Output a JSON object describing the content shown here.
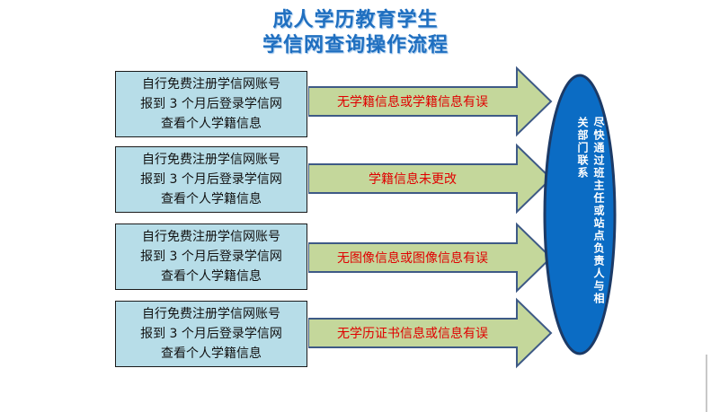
{
  "title": {
    "line1": "成人学历教育学生",
    "line2": "学信网查询操作流程"
  },
  "rows": [
    {
      "step_lines": [
        "自行免费注册学信网账号",
        "报到 3 个月后登录学信网",
        "查看个人学籍信息"
      ],
      "issue": "无学籍信息或学籍信息有误"
    },
    {
      "step_lines": [
        "自行免费注册学信网账号",
        "报到 3 个月后登录学信网",
        "查看个人学籍信息"
      ],
      "issue": "学籍信息未更改"
    },
    {
      "step_lines": [
        "自行免费注册学信网账号",
        "报到 3 个月后登录学信网",
        "查看个人学籍信息"
      ],
      "issue": "无图像信息或图像信息有误"
    },
    {
      "step_lines": [
        "自行免费注册学信网账号",
        "报到 3 个月后登录学信网",
        "查看个人学籍信息"
      ],
      "issue": "无学历证书信息或信息有误"
    }
  ],
  "contact": {
    "text": "尽快通过班主任或站点负责人与相关部门联系"
  },
  "colors": {
    "title": "#1f6fc0",
    "box_fill": "#b7dde8",
    "arrow_fill": "#c4d79b",
    "arrow_stroke": "#3e5a86",
    "issue_text": "#e00000",
    "ellipse_fill": "#0b6cc4",
    "ellipse_stroke": "#1c3a66"
  }
}
